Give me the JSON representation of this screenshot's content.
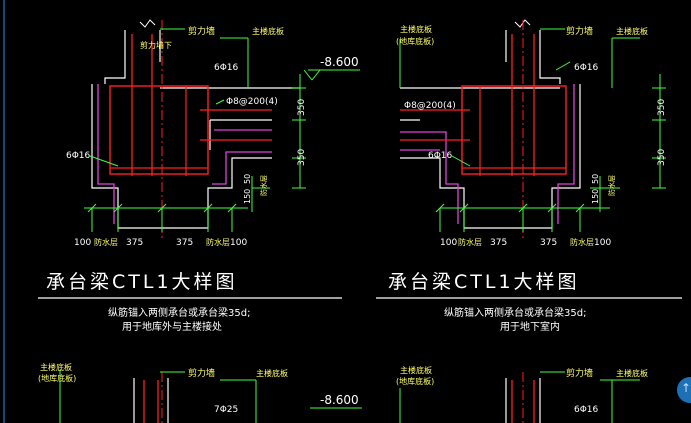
{
  "drawing": {
    "left_detail": {
      "title": "承台梁CTL1大样图",
      "note_line1": "纵筋锚入两侧承台或承台梁35d;",
      "note_line2": "用于地库外与主楼接处",
      "elevation": "-8.600",
      "label_shear_wall": "剪力墙",
      "label_main_floor": "主楼底板",
      "label_wall_base": "剪力墙下",
      "label_top_bars": "6Φ16",
      "label_bottom_bars": "6Φ16",
      "label_stirrup": "Φ8@200(4)",
      "label_side": "防水层",
      "dims_vertical": [
        "350",
        "350",
        "150",
        "50"
      ],
      "dims_bottom": [
        "100",
        "防水层",
        "375",
        "375",
        "防水层",
        "100"
      ]
    },
    "right_detail": {
      "title": "承台梁CTL1大样图",
      "note_line1": "纵筋锚入两侧承台或承台梁35d;",
      "note_line2": "用于地下室内",
      "label_shear_wall": "剪力墙",
      "label_main_floor": "主楼底板",
      "label_main_floor_sub": "(地库底板)",
      "label_top_bars": "6Φ16",
      "label_bottom_bars": "6Φ16",
      "label_stirrup": "Φ8@200(4)",
      "label_side": "防水层",
      "dims_vertical": [
        "350",
        "350",
        "150",
        "50"
      ],
      "dims_bottom": [
        "100",
        "防水层",
        "375",
        "375",
        "防水层",
        "100"
      ]
    },
    "lower_left": {
      "label_main_floor": "主楼底板",
      "label_main_floor_sub": "(地库底板)",
      "label_shear_wall": "剪力墙",
      "label_main_floor_2": "主楼底板",
      "label_top_bars": "7Φ25",
      "elevation": "-8.600"
    },
    "lower_right": {
      "label_main_floor": "主楼底板",
      "label_main_floor_sub": "(地库底板)",
      "label_shear_wall": "剪力墙",
      "label_main_floor_2": "主楼底板",
      "label_top_bars": "6Φ16"
    }
  },
  "ui": {
    "scroll_icon": "arrow-up-icon",
    "scroll_glyph": "↑"
  },
  "colors": {
    "background": "#000000",
    "outline": "#ffffff",
    "rebar": "#ff2020",
    "waterproof": "#e040e0",
    "dimension": "#40ff40",
    "text": "#ffffff",
    "label": "#ffff60",
    "accent": "#1e6fb4"
  }
}
